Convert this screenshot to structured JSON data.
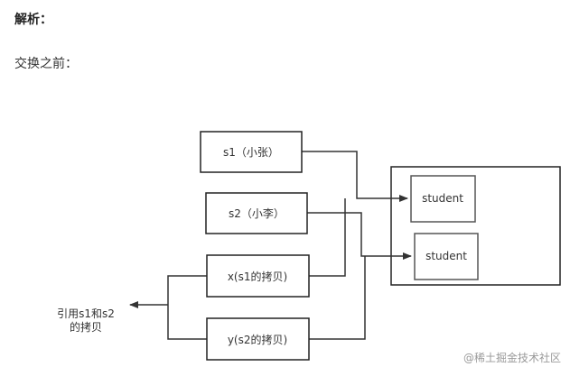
{
  "article": {
    "heading": "解析：",
    "subheading": "交换之前："
  },
  "diagram": {
    "nodes": {
      "s1": "s1（小张）",
      "s2": "s2（小李）",
      "x": "x(s1的拷贝)",
      "y": "y(s2的拷贝)",
      "student_a": "student",
      "student_b": "student"
    },
    "annotation": [
      "引用s1和s2",
      "的拷贝"
    ]
  },
  "watermark": "@稀土掘金技术社区"
}
